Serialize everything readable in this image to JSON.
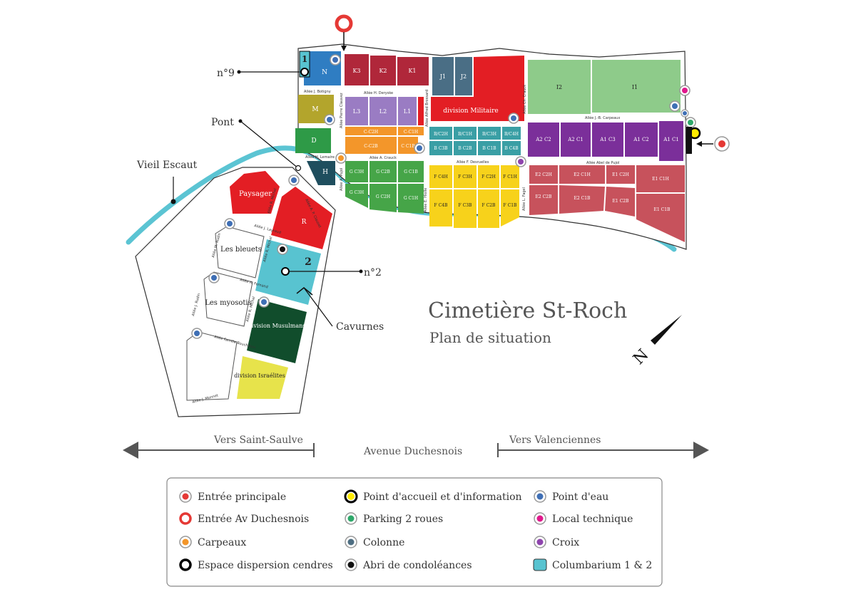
{
  "title": "Cimetière St-Roch",
  "subtitle": "Plan de situation",
  "north_label": "N",
  "annotations": {
    "n9": "n°9",
    "n2": "n°2",
    "pont": "Pont",
    "vieil_escaut": "Vieil Escaut",
    "cavurnes": "Cavurnes",
    "col1": "1",
    "col2": "2"
  },
  "roads": {
    "left": "Vers Saint-Saulve",
    "center": "Avenue Duchesnois",
    "right": "Vers Valenciennes"
  },
  "alleys": {
    "botigny": "Allée J. Botigny",
    "deryske": "Allée H. Deryske",
    "crauck_right": "Allée Ch. Crauck",
    "carpeaux": "Allée J.-B. Carpeaux",
    "pierre_clauvez": "Allée Pierre Clauvez",
    "alfred_brossard": "Allée Alfred Brossard",
    "lemaire": "Allée H. Lemaire",
    "crauck": "Allée A. Crauck",
    "desruelles": "Allée F. Desruelles",
    "abel_de_pujol": "Allée Abel de Pujol",
    "a_pujol": "Allée A. Pujol",
    "e_hiolle": "Allée E. Hiolle",
    "fagel": "Allée L. Fagel",
    "arsene_clauset": "Allée A. P. Clauset",
    "r_michel": "Allée R. Michel",
    "j_layraud": "Allée J. Layraud",
    "m_rudin": "Allée M. Rudin",
    "j_rudin": "Allée J. Rudin",
    "fernand": "Allée A. Fernand",
    "r_michel2": "Allée R. Michel",
    "r_michel3": "Allée R. Michel",
    "famille_boucheton": "Allée Famille Boucheton",
    "j_monnet": "Allée J. Monnet"
  },
  "sections": {
    "N": "N",
    "M": "M",
    "D": "D",
    "H": "H",
    "K3": "K3",
    "K2": "K2",
    "K1": "K1",
    "J1": "J1",
    "J2": "J2",
    "militaire": "division Militaire",
    "I2": "I2",
    "I1": "I1",
    "L3": "L3",
    "L2": "L2",
    "L1": "L1",
    "C_C2H": "C-C2H",
    "C_C1H": "C-C1H",
    "C_C2B": "C-C2B",
    "C_C1B": "C C1B",
    "B_C2H": "B/C2H",
    "B_C1H": "B/C1H",
    "B_C3H": "B/C3H",
    "B_C4H": "B/C4H",
    "B_C3B": "B C3B",
    "B_C2B": "B C2B",
    "B_C1B": "B C1B",
    "B_C4B": "B C4B",
    "G_C3H": "G C3H",
    "G_C2B": "G C2B",
    "G_C1B": "G C1B",
    "G_C3H2": "G C3H",
    "G_C2H": "G C2H",
    "G_C1H": "G C1H",
    "F_C4H": "F C4H",
    "F_C3H": "F C3H",
    "F_C2H": "F C2H",
    "F_C1H": "F C1H",
    "F_C4B": "F C4B",
    "F_C3B": "F C3B",
    "F_C2B": "F C2B",
    "F_C1B": "F C1B",
    "A_C2": "A2 C2",
    "A_C1": "A2 C1",
    "A_C3": "A1 C3",
    "A_C2b": "A1 C2",
    "A_C1b": "A1 C1",
    "E2_C2H": "E2 C2H",
    "E2_C1H": "E2 C1H",
    "E1_C2H": "E1 C2H",
    "E1_C1H": "E1 C1H",
    "E2_C2B": "E2 C2B",
    "E2_C1B": "E2 C1B",
    "E1_C2B": "E1 C2B",
    "E1_C1B": "E1 C1B",
    "paysager": "Paysager",
    "R": "R",
    "bleuets": "Les bleuets",
    "myosotis": "Les myosotis",
    "musulmans": "division Musulmans",
    "israelites": "division Israélites"
  },
  "legend": [
    {
      "label": "Entrée principale",
      "marker": "filled-dot",
      "color": "#e53935"
    },
    {
      "label": "Point d'accueil et d'information",
      "marker": "filled-dot",
      "color": "#ffeb00"
    },
    {
      "label": "Point d'eau",
      "marker": "filled-dot",
      "color": "#3f6fb5"
    },
    {
      "label": "Entrée Av Duchesnois",
      "marker": "ring",
      "color": "#e53935"
    },
    {
      "label": "Parking 2 roues",
      "marker": "filled-dot",
      "color": "#2ea86a"
    },
    {
      "label": "Local technique",
      "marker": "filled-dot",
      "color": "#e0198c"
    },
    {
      "label": "Carpeaux",
      "marker": "filled-dot",
      "color": "#f3962a"
    },
    {
      "label": "Colonne",
      "marker": "filled-dot",
      "color": "#4e6e82"
    },
    {
      "label": "Croix",
      "marker": "filled-dot",
      "color": "#8e44ad"
    },
    {
      "label": "Espace dispersion cendres",
      "marker": "ring",
      "color": "#000000"
    },
    {
      "label": "Abri de condoléances",
      "marker": "filled-dot",
      "color": "#111111"
    },
    {
      "label": "Columbarium 1 & 2",
      "marker": "square",
      "color": "#58c3d0"
    }
  ],
  "colors": {
    "river": "#5bc4d3",
    "red": "#e31e24",
    "crimson": "#b0273a",
    "blue": "#2f7dc2",
    "olive": "#b3a52c",
    "green": "#2e9a47",
    "darkteal": "#1f4e5e",
    "slate": "#4a6e85",
    "lavender": "#9a7cc3",
    "orange": "#f3962a",
    "teal": "#3a9fa5",
    "lightgreen": "#8ecb8a",
    "purple": "#7b2f9a",
    "rose": "#c7525c",
    "yellow": "#f7d21b",
    "midgreen": "#46a548",
    "darkgreen": "#114d2c",
    "lightyellow": "#e7e34b",
    "cyan": "#58c3d0"
  }
}
